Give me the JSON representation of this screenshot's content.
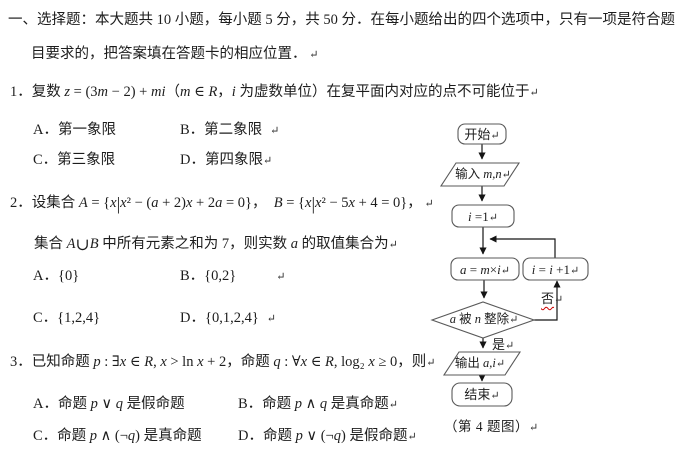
{
  "colors": {
    "text": "#1d1d1d",
    "shape_border": "#595959",
    "line": "#151515",
    "squiggle": "#cc0000"
  },
  "header": {
    "line1": [
      [
        "一、选择题：本大题共 ",
        "c"
      ],
      [
        "10",
        "r"
      ],
      [
        " 小题，每小题 ",
        "c"
      ],
      [
        "5",
        "r"
      ],
      [
        " 分，共 ",
        "c"
      ],
      [
        "50",
        "r"
      ],
      [
        " 分．在每小题给出的四个选项中，只有一项是符合题",
        "c"
      ]
    ],
    "line2": [
      [
        "目要求的，把答案填在答题卡的相应位置．",
        "c"
      ],
      [
        " ↵",
        "e"
      ]
    ]
  },
  "q1": {
    "stem": [
      [
        "1．复数 ",
        "c"
      ],
      [
        "z",
        "m"
      ],
      [
        " = (3",
        "r"
      ],
      [
        "m",
        "m"
      ],
      [
        " − 2) + ",
        "r"
      ],
      [
        "mi",
        "m"
      ],
      [
        "（",
        "c"
      ],
      [
        "m",
        "m"
      ],
      [
        " ∈ ",
        "r"
      ],
      [
        "R",
        "m"
      ],
      [
        "，",
        "c"
      ],
      [
        "i",
        "m"
      ],
      [
        " 为虚数单位）在复平面内对应的点不可能位于",
        "c"
      ],
      [
        "↵",
        "e"
      ]
    ],
    "optA": [
      [
        "A．第一象限",
        "c"
      ]
    ],
    "optB": [
      [
        "B．第二象限",
        "c"
      ],
      [
        "↵",
        "e e1"
      ]
    ],
    "optC": [
      [
        "C．第三象限",
        "c"
      ]
    ],
    "optD": [
      [
        "D．第四象限",
        "c"
      ],
      [
        "↵",
        "e"
      ]
    ]
  },
  "q2": {
    "stem1": [
      [
        "2．设集合 ",
        "c"
      ],
      [
        "A",
        "m"
      ],
      [
        " = {",
        "r"
      ],
      [
        "x",
        "m"
      ],
      [
        "|",
        "b"
      ],
      [
        "x",
        "m"
      ],
      [
        "² − (",
        "r"
      ],
      [
        "a",
        "m"
      ],
      [
        " + 2)",
        "r"
      ],
      [
        "x",
        "m"
      ],
      [
        " + 2",
        "r"
      ],
      [
        "a",
        "m"
      ],
      [
        " = 0}",
        "r"
      ],
      [
        "，  ",
        "c"
      ],
      [
        "B",
        "m"
      ],
      [
        " = {",
        "r"
      ],
      [
        "x",
        "m"
      ],
      [
        "|",
        "b"
      ],
      [
        "x",
        "m"
      ],
      [
        "² − 5",
        "r"
      ],
      [
        "x",
        "m"
      ],
      [
        " + 4 = 0}",
        "r"
      ],
      [
        "，",
        "c"
      ],
      [
        " ↵",
        "e"
      ]
    ],
    "stem2": [
      [
        "集合 ",
        "c"
      ],
      [
        "A",
        "m"
      ],
      [
        "∪",
        "u"
      ],
      [
        "B",
        "m"
      ],
      [
        " 中所有元素之和为 ",
        "c"
      ],
      [
        "7",
        "r"
      ],
      [
        "，则实数 ",
        "c"
      ],
      [
        "a",
        "m"
      ],
      [
        " 的取值集合为",
        "c"
      ],
      [
        "↵",
        "e"
      ]
    ],
    "optA": [
      [
        "A．",
        "c"
      ],
      [
        "{0}",
        "r"
      ]
    ],
    "optB": [
      [
        "B．",
        "c"
      ],
      [
        "{0,2}",
        "r"
      ],
      [
        "↵",
        "e e2"
      ]
    ],
    "optC": [
      [
        "C．",
        "c"
      ],
      [
        "{1,2,4}",
        "r"
      ]
    ],
    "optD": [
      [
        "D．",
        "c"
      ],
      [
        "{0,1,2,4}",
        "r"
      ],
      [
        "↵",
        "e e1"
      ]
    ]
  },
  "q3": {
    "stem": [
      [
        "3．已知命题 ",
        "c"
      ],
      [
        "p",
        "m"
      ],
      [
        " : ∃",
        "r"
      ],
      [
        "x",
        "m"
      ],
      [
        " ∈ ",
        "r"
      ],
      [
        "R",
        "m"
      ],
      [
        ", ",
        "r"
      ],
      [
        "x",
        "m"
      ],
      [
        " > ln ",
        "r"
      ],
      [
        "x",
        "m"
      ],
      [
        " + 2",
        "r"
      ],
      [
        "，命题 ",
        "c"
      ],
      [
        "q",
        "m"
      ],
      [
        " : ∀",
        "r"
      ],
      [
        "x",
        "m"
      ],
      [
        " ∈ ",
        "r"
      ],
      [
        "R",
        "m"
      ],
      [
        ", log₂ ",
        "r"
      ],
      [
        "x",
        "m"
      ],
      [
        " ≥ 0",
        "r"
      ],
      [
        "，则",
        "c"
      ],
      [
        "↵",
        "e"
      ]
    ],
    "optA": [
      [
        "A．命题 ",
        "c"
      ],
      [
        "p",
        "m"
      ],
      [
        " ∨ ",
        "r"
      ],
      [
        "q",
        "m"
      ],
      [
        " 是假命题",
        "c"
      ]
    ],
    "optB": [
      [
        "B．命题 ",
        "c"
      ],
      [
        "p",
        "m"
      ],
      [
        " ∧ ",
        "r"
      ],
      [
        "q",
        "m"
      ],
      [
        " 是真命题",
        "c"
      ],
      [
        "↵",
        "e"
      ]
    ],
    "optC": [
      [
        "C．命题 ",
        "c"
      ],
      [
        "p",
        "m"
      ],
      [
        " ∧ (¬",
        "r"
      ],
      [
        "q",
        "m"
      ],
      [
        ")",
        "r"
      ],
      [
        " 是真命题",
        "c"
      ]
    ],
    "optD": [
      [
        "D．命题 ",
        "c"
      ],
      [
        "p",
        "m"
      ],
      [
        " ∨ (¬",
        "r"
      ],
      [
        "q",
        "m"
      ],
      [
        ")",
        "r"
      ],
      [
        " 是假命题",
        "c"
      ],
      [
        "↵",
        "e"
      ]
    ]
  },
  "flowchart": {
    "start": [
      [
        "开始",
        "c"
      ],
      [
        "↵",
        "e"
      ]
    ],
    "input": [
      [
        "输入 ",
        "c"
      ],
      [
        "m,n",
        "m"
      ],
      [
        "↵",
        "e"
      ]
    ],
    "init": [
      [
        "i",
        "m"
      ],
      [
        " =1",
        "r"
      ],
      [
        "↵",
        "e"
      ]
    ],
    "compute": [
      [
        "a",
        "m"
      ],
      [
        " = ",
        "r"
      ],
      [
        "m",
        "m"
      ],
      [
        "×",
        "r"
      ],
      [
        "i",
        "m"
      ],
      [
        "↵",
        "e"
      ]
    ],
    "increment": [
      [
        "i",
        "m"
      ],
      [
        " = ",
        "r"
      ],
      [
        "i",
        "m"
      ],
      [
        " +1",
        "r"
      ],
      [
        "↵",
        "e"
      ]
    ],
    "condition": [
      [
        "a",
        "m"
      ],
      [
        " 被 ",
        "c"
      ],
      [
        "n",
        "m"
      ],
      [
        " 整除",
        "c"
      ],
      [
        "↵",
        "e"
      ]
    ],
    "no": [
      [
        "否",
        "q"
      ],
      [
        "↵",
        "e"
      ]
    ],
    "yes": [
      [
        "是",
        "c"
      ],
      [
        "↵",
        "e"
      ]
    ],
    "output": [
      [
        "输出 ",
        "c"
      ],
      [
        "a,i",
        "m"
      ],
      [
        "↵",
        "e"
      ]
    ],
    "end": [
      [
        "结束",
        "c"
      ],
      [
        "↵",
        "e"
      ]
    ],
    "caption": [
      [
        "（第 ",
        "c"
      ],
      [
        "4",
        "r"
      ],
      [
        " 题图）",
        "c"
      ],
      [
        "↵",
        "e"
      ]
    ]
  }
}
